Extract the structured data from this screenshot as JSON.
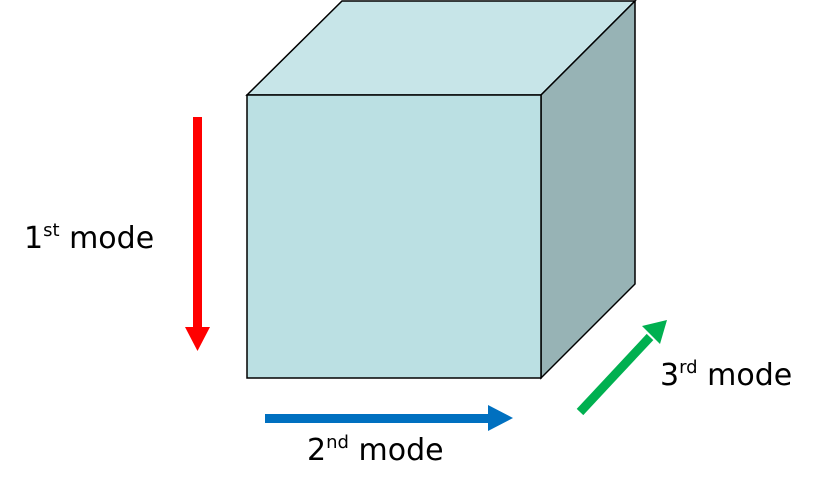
{
  "diagram": {
    "type": "tensor-cube",
    "colors": {
      "front_face": "#bbe0e3",
      "top_face": "#c7e5e8",
      "side_face": "#97b3b5",
      "edge": "#000000",
      "mode1_arrow": "#ff0000",
      "mode2_arrow": "#0070c0",
      "mode3_arrow": "#00b050"
    },
    "labels": {
      "mode1": {
        "number": "1",
        "suffix": "st",
        "word": "mode"
      },
      "mode2": {
        "number": "2",
        "suffix": "nd",
        "word": "mode"
      },
      "mode3": {
        "number": "3",
        "suffix": "rd",
        "word": "mode"
      }
    }
  }
}
